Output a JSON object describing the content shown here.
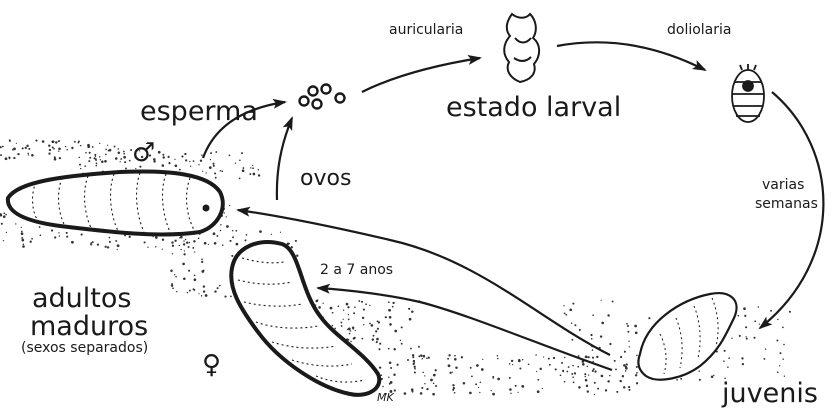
{
  "labels": {
    "esperma": "esperma",
    "ovos": "ovos",
    "auricularia": "auricularia",
    "estado_larval": "estado larval",
    "doliolaria": "doliolaria",
    "varias": "varias",
    "semanas": "semanas",
    "juvenis": "juvenis",
    "duration": "2 a 7 anos",
    "adultos": "adultos",
    "maduros": "maduros",
    "sexos": "(sexos separados)",
    "male_symbol": "♂",
    "female_symbol": "♀",
    "signature": "MK"
  },
  "colors": {
    "ink": "#1a1a1a",
    "background": "#ffffff"
  }
}
